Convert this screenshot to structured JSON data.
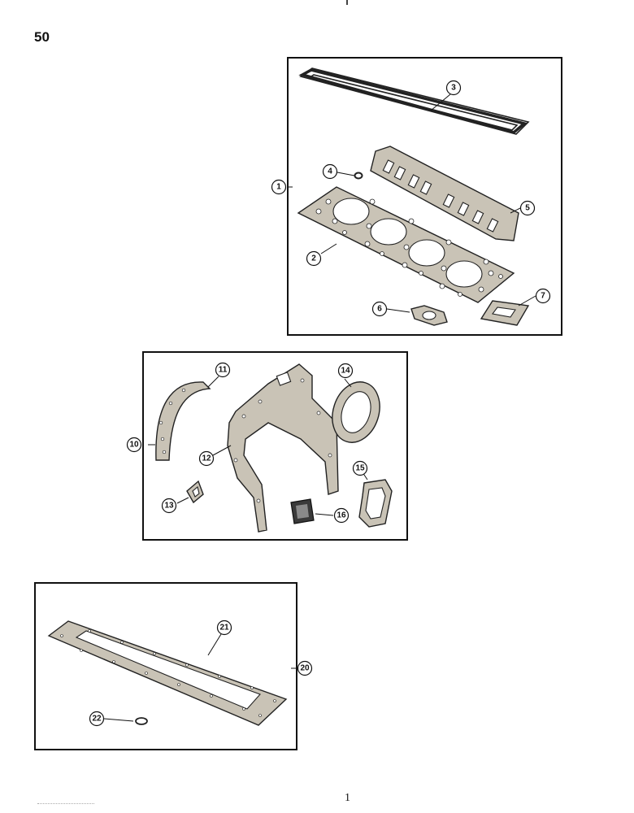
{
  "page_number": "50",
  "footer_number": "1",
  "panels": {
    "head_set": {
      "set_ref": "1",
      "parts": [
        "2",
        "3",
        "4",
        "5",
        "6",
        "7"
      ]
    },
    "timing_set": {
      "set_ref": "10",
      "parts": [
        "11",
        "12",
        "13",
        "14",
        "15",
        "16"
      ]
    },
    "oil_pan_set": {
      "set_ref": "20",
      "parts": [
        "21",
        "22"
      ]
    }
  },
  "colors": {
    "ink": "#111111",
    "gasket_fill": "#c9c3b6",
    "paper": "#ffffff"
  }
}
